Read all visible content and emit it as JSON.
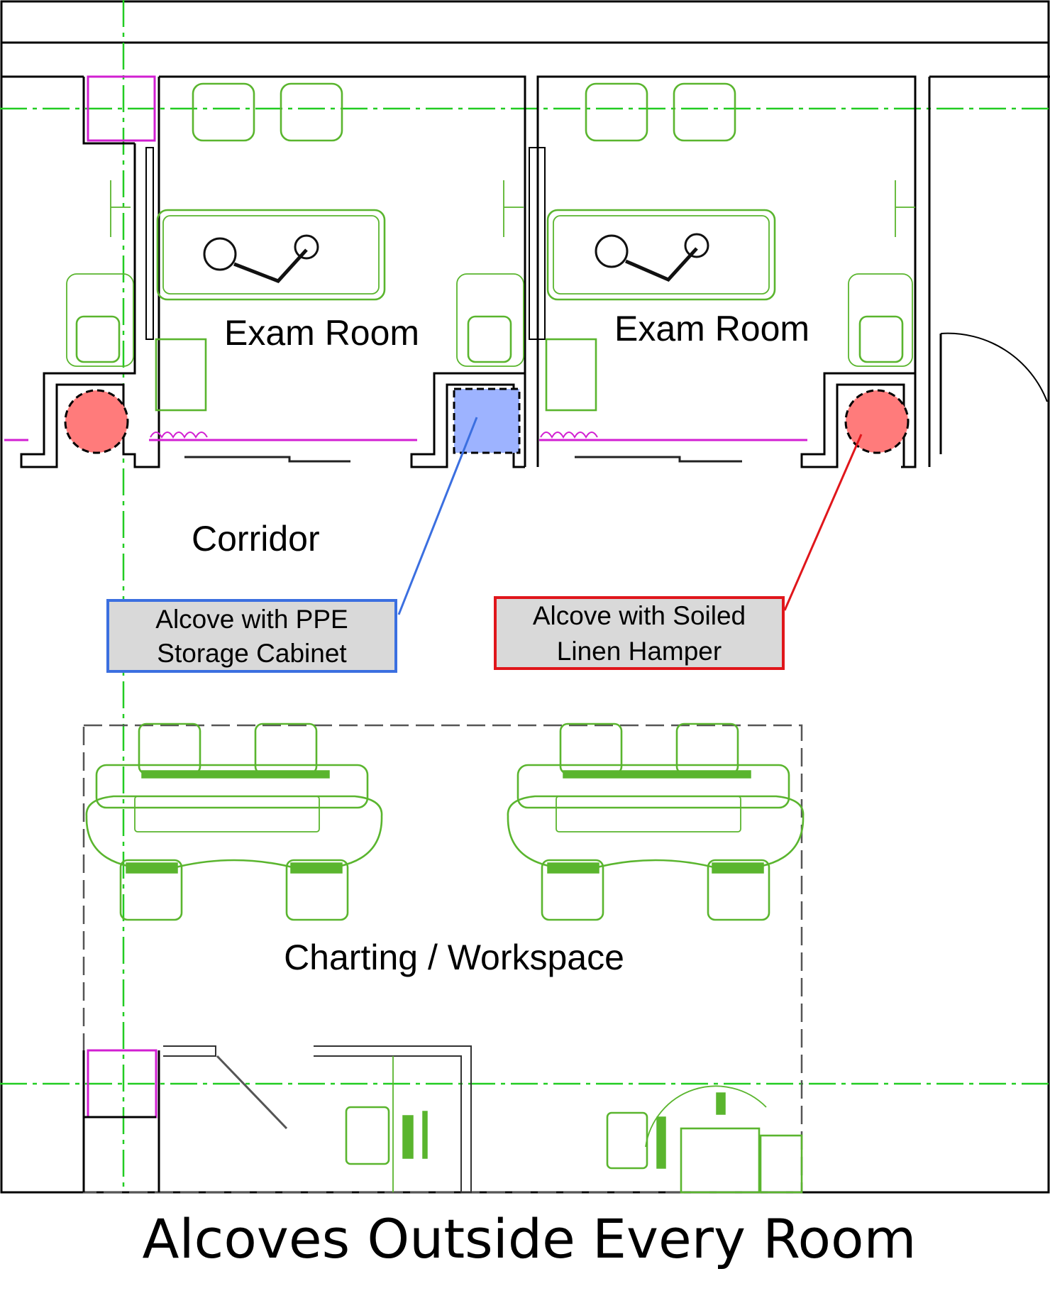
{
  "labels": {
    "exam_room_left": "Exam Room",
    "exam_room_right": "Exam Room",
    "corridor": "Corridor",
    "workspace": "Charting / Workspace"
  },
  "callouts": {
    "ppe": {
      "line1": "Alcove with PPE",
      "line2": "Storage Cabinet",
      "border_color": "#3b6fe0",
      "fill_color": "#d9d9d9"
    },
    "linen": {
      "line1": "Alcove with Soiled",
      "line2": "Linen Hamper",
      "border_color": "#e0161b",
      "fill_color": "#d9d9d9"
    }
  },
  "markers": {
    "hamper_color": "#ff7b7b",
    "cabinet_color": "#9db3ff"
  },
  "caption": "Alcoves Outside Every Room",
  "colors": {
    "furniture": "#5ab52e",
    "gridline": "#22cc22",
    "magenta": "#d21fd2"
  }
}
